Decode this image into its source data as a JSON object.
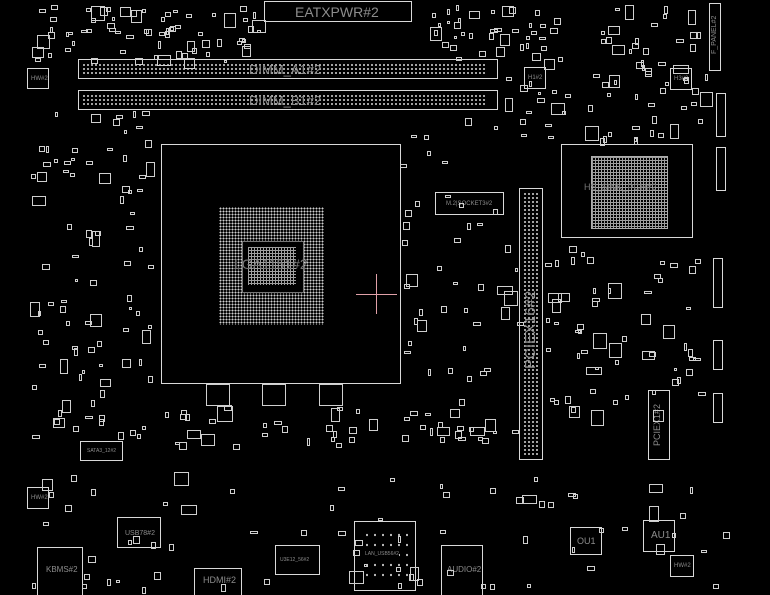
{
  "board": {
    "connectors": {
      "eatxpwr": "EATXPWR#2",
      "dimm_a1": "DIMM_A1#2",
      "dimm_b1": "DIMM_B1#2",
      "m2_socket": "M.2|SOCKET3#2",
      "pciex16": "PCIEX16#2",
      "pciex1": "PCIEX1#2",
      "f_panel": "F_PANEL#2",
      "sata": "SATA3_12#2",
      "kbms": "KBMS#2",
      "usb78": "USB78#2",
      "hdmi": "HDMI#2",
      "usb_mid": "U3E12_56#2",
      "lan_usb": "LAN_USB56#2",
      "audio": "AUDIO#2"
    },
    "chips": {
      "cpu_socket": "LGA1151#2",
      "chipset": "HS_SINK_PCH#2",
      "ou1": "OU1",
      "au1": "AU1",
      "hw_left": "HW#2",
      "hw_right": "HW#2",
      "hw_top_left": "HW#2",
      "hw_top_mid": "H1#2",
      "hw_top_right": "H3#2"
    },
    "cursor_color": "#e0a0a8",
    "outline_color": "#d8d8d8"
  }
}
